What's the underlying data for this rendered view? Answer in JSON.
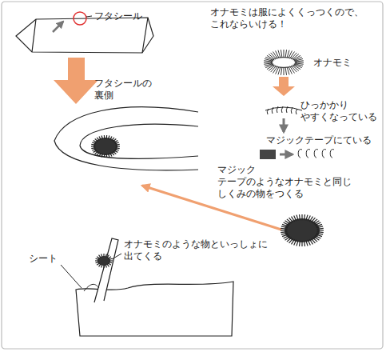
{
  "diagram": {
    "labels": [
      "フタシール",
      "オナモミは服によくくっつくので、 これならいける！",
      "オナモミ",
      "フタシールの 裏側",
      "ひっかかり やすくなっている",
      "マジックテープにている",
      "マジック テープのようなオナモミと同じ しくみの物をつくる",
      "シート",
      "オナモミのような物といっしょに 出てくる"
    ]
  }
}
